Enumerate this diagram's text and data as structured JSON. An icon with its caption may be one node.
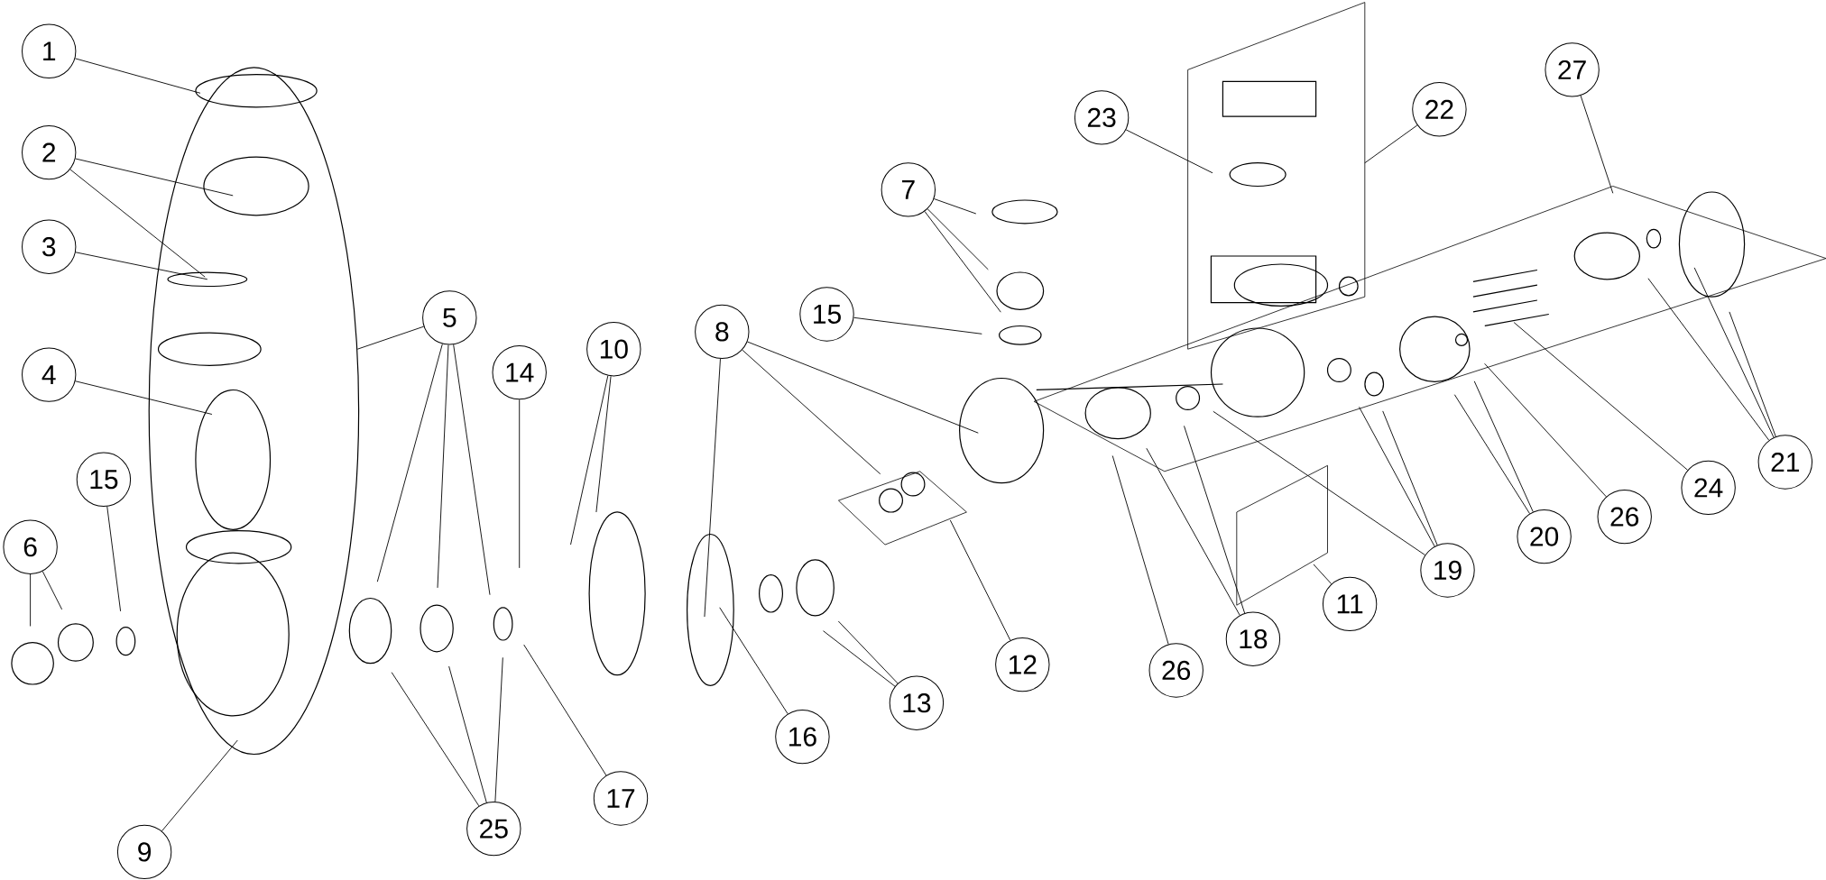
{
  "diagram": {
    "nodes": [
      {
        "text": [
          "1"
        ]
      },
      {
        "text": [
          "2"
        ]
      },
      {
        "text": [
          "3"
        ]
      },
      {
        "text": [
          "4"
        ]
      },
      {
        "text": [
          "6"
        ]
      },
      {
        "text": [
          "15"
        ]
      },
      {
        "text": [
          "5"
        ]
      },
      {
        "text": [
          "14"
        ]
      },
      {
        "text": [
          "10"
        ]
      },
      {
        "text": [
          "8"
        ]
      },
      {
        "text": [
          "15"
        ]
      },
      {
        "text": [
          "7"
        ]
      },
      {
        "text": [
          "23"
        ]
      },
      {
        "text": [
          "22"
        ]
      },
      {
        "text": [
          "27"
        ]
      },
      {
        "text": [
          "9"
        ]
      },
      {
        "text": [
          "25"
        ]
      },
      {
        "text": [
          "17"
        ]
      },
      {
        "text": [
          "16"
        ]
      },
      {
        "text": [
          "13"
        ]
      },
      {
        "text": [
          "12"
        ]
      },
      {
        "text": [
          "11"
        ]
      },
      {
        "text": [
          "26"
        ]
      },
      {
        "text": [
          "18"
        ]
      },
      {
        "text": [
          "19"
        ]
      },
      {
        "text": [
          "20"
        ]
      },
      {
        "text": [
          "26"
        ]
      },
      {
        "text": [
          "24"
        ]
      },
      {
        "text": [
          "21"
        ]
      }
    ],
    "edges": [
      {
        "from": 0,
        "to": null,
        "arrow": "none"
      },
      {
        "from": 1,
        "to": null,
        "arrow": "none"
      },
      {
        "from": 1,
        "to": null,
        "arrow": "none"
      },
      {
        "from": 2,
        "to": null,
        "arrow": "none"
      },
      {
        "from": 3,
        "to": null,
        "arrow": "none"
      },
      {
        "from": 4,
        "to": null,
        "arrow": "none"
      },
      {
        "from": 4,
        "to": null,
        "arrow": "none"
      },
      {
        "from": 5,
        "to": null,
        "arrow": "none"
      },
      {
        "from": 6,
        "to": null,
        "arrow": "none"
      },
      {
        "from": 6,
        "to": null,
        "arrow": "none"
      },
      {
        "from": 6,
        "to": null,
        "arrow": "none"
      },
      {
        "from": 6,
        "to": null,
        "arrow": "none"
      },
      {
        "from": 7,
        "to": null,
        "arrow": "none"
      },
      {
        "from": 8,
        "to": null,
        "arrow": "none"
      },
      {
        "from": 8,
        "to": null,
        "arrow": "none"
      },
      {
        "from": 9,
        "to": null,
        "arrow": "none"
      },
      {
        "from": 9,
        "to": null,
        "arrow": "none"
      },
      {
        "from": 9,
        "to": null,
        "arrow": "none"
      },
      {
        "from": 10,
        "to": null,
        "arrow": "none"
      },
      {
        "from": 11,
        "to": null,
        "arrow": "none"
      },
      {
        "from": 11,
        "to": null,
        "arrow": "none"
      },
      {
        "from": 11,
        "to": null,
        "arrow": "none"
      },
      {
        "from": 12,
        "to": null,
        "arrow": "none"
      },
      {
        "from": 13,
        "to": null,
        "arrow": "none"
      },
      {
        "from": 14,
        "to": null,
        "arrow": "none"
      },
      {
        "from": 15,
        "to": null,
        "arrow": "none"
      },
      {
        "from": 16,
        "to": null,
        "arrow": "none"
      },
      {
        "from": 16,
        "to": null,
        "arrow": "none"
      },
      {
        "from": 16,
        "to": null,
        "arrow": "none"
      },
      {
        "from": 17,
        "to": null,
        "arrow": "none"
      },
      {
        "from": 18,
        "to": null,
        "arrow": "none"
      },
      {
        "from": 19,
        "to": null,
        "arrow": "none"
      },
      {
        "from": 19,
        "to": null,
        "arrow": "none"
      },
      {
        "from": 20,
        "to": null,
        "arrow": "none"
      },
      {
        "from": 21,
        "to": null,
        "arrow": "none"
      },
      {
        "from": 22,
        "to": null,
        "arrow": "none"
      },
      {
        "from": 23,
        "to": null,
        "arrow": "none"
      },
      {
        "from": 23,
        "to": null,
        "arrow": "none"
      },
      {
        "from": 24,
        "to": null,
        "arrow": "none"
      },
      {
        "from": 24,
        "to": null,
        "arrow": "none"
      },
      {
        "from": 24,
        "to": null,
        "arrow": "none"
      },
      {
        "from": 25,
        "to": null,
        "arrow": "none"
      },
      {
        "from": 25,
        "to": null,
        "arrow": "none"
      },
      {
        "from": 26,
        "to": null,
        "arrow": "none"
      },
      {
        "from": 27,
        "to": null,
        "arrow": "none"
      },
      {
        "from": 28,
        "to": null,
        "arrow": "none"
      },
      {
        "from": 28,
        "to": null,
        "arrow": "none"
      },
      {
        "from": 28,
        "to": null,
        "arrow": "none"
      }
    ]
  }
}
